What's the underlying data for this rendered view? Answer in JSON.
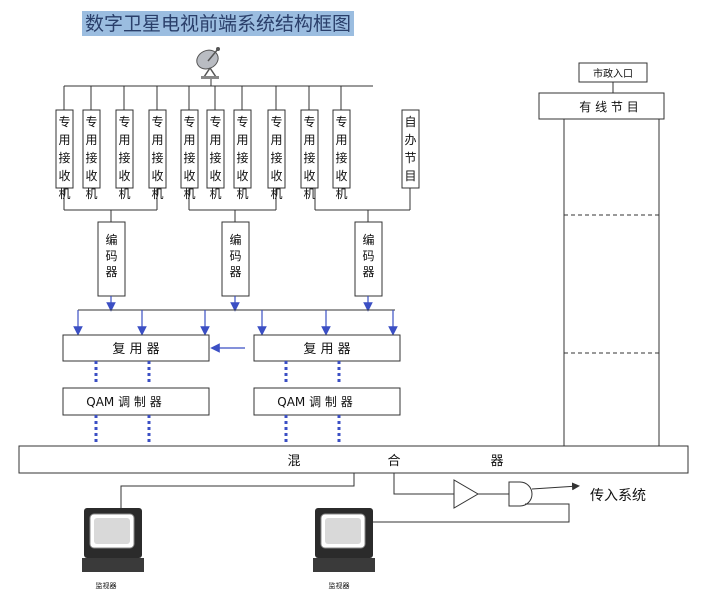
{
  "title": "数字卫星电视前端系统结构框图",
  "colors": {
    "title_bg": "#9bbde0",
    "title_text": "#2a3f6a",
    "signal_blue": "#3b4fc4",
    "line": "#333333"
  },
  "icons": {
    "dish": "satellite-dish-icon",
    "monitor": "crt-monitor-icon",
    "amplifier": "amplifier-triangle-icon",
    "combiner": "and-gate-combiner-icon"
  },
  "receivers": [
    "专用接收机",
    "专用接收机",
    "专用接收机",
    "专用接收机",
    "专用接收机",
    "专用接收机",
    "专用接收机",
    "专用接收机",
    "专用接收机",
    "专用接收机",
    "自办节目"
  ],
  "encoders": [
    "编码器",
    "编码器",
    "编码器"
  ],
  "multiplexers": [
    "复 用 器",
    "复 用 器"
  ],
  "modulators": [
    "QAM 调 制 器",
    "QAM 调 制 器"
  ],
  "combiner": [
    "混",
    "合",
    "器"
  ],
  "output_label": "传入系统",
  "municipal": {
    "entry": "市政入口",
    "cable": "有 线 节 目"
  },
  "monitors": [
    "监视器",
    "监视器"
  ]
}
